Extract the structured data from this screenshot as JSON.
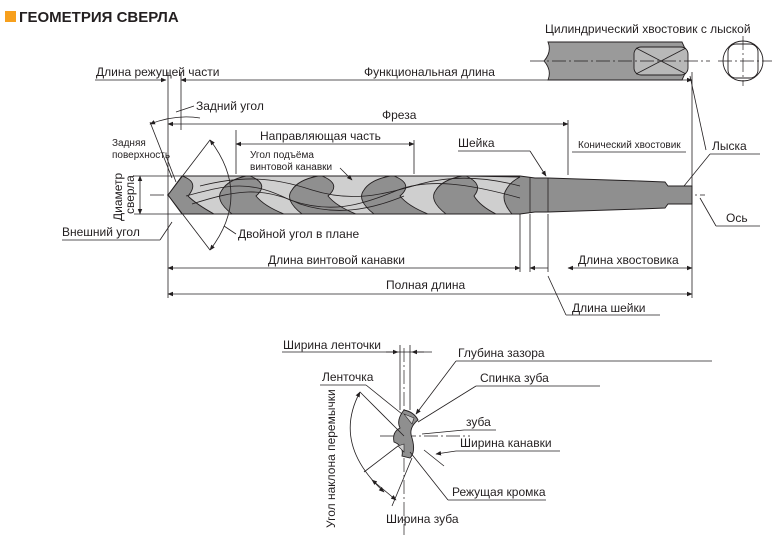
{
  "title": "ГЕОМЕТРИЯ СВЕРЛА",
  "colors": {
    "accent": "#f7a01d",
    "body": "#8f8f8f",
    "flute": "#cfcfcf",
    "ink": "#231f20"
  },
  "labels": {
    "cyl_shank": "Цилиндрический хвостовик с лыской",
    "cutting_length": "Длина режущей части",
    "functional_length": "Функциональная длина",
    "clearance_angle": "Задний угол",
    "flute_mill": "Фреза",
    "guiding_part": "Направляющая часть",
    "flank_1": "Задняя",
    "flank_2": "поверхность",
    "helix_1": "Угол подъёма",
    "helix_2": "винтовой канавки",
    "neck": "Шейка",
    "taper_shank": "Конический хвостовик",
    "flat": "Лыска",
    "diam_1": "Диаметр",
    "diam_2": "сверла",
    "axis": "Ось",
    "outer_angle": "Внешний угол",
    "double_angle": "Двойной угол в плане",
    "flute_length": "Длина винтовой канавки",
    "shank_length": "Длина хвостовика",
    "overall_length": "Полная длина",
    "neck_length": "Длина шейки"
  },
  "section": {
    "margin_width": "Ширина ленточки",
    "clearance_depth": "Глубина зазора",
    "margin": "Ленточка",
    "heel": "Спинка зуба",
    "tooth": "зуба",
    "flute_width": "Ширина канавки",
    "web_angle": "Угол наклона перемычки",
    "cutting_edge": "Режущая кромка",
    "land_width": "Ширина зуба"
  }
}
